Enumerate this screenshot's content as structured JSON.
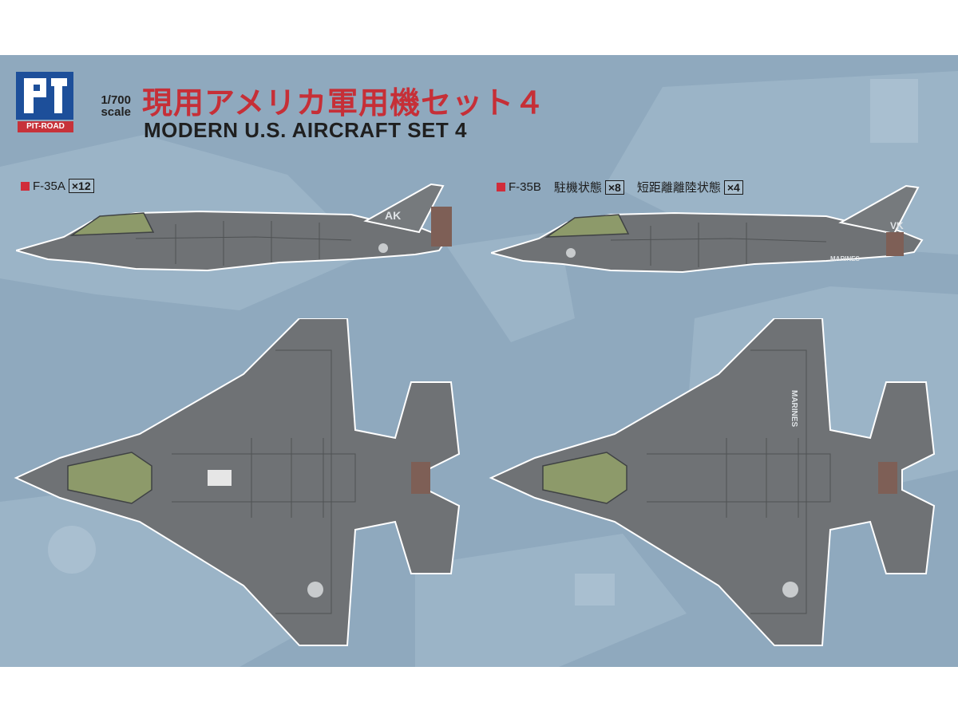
{
  "brand": {
    "logo_text": "PIT-ROAD",
    "colors": {
      "red": "#c62f37",
      "background": "#8fa9be",
      "aircraft_gray": "#6f7275",
      "canopy": "#8d9a6a"
    }
  },
  "scale": {
    "line1": "1/700",
    "line2": "scale"
  },
  "title": {
    "japanese": "現用アメリカ軍用機セット４",
    "english": "MODERN U.S. AIRCRAFT SET 4"
  },
  "variants": [
    {
      "name": "F-35A",
      "quantity": "×12"
    },
    {
      "name": "F-35B",
      "state1": "駐機状態",
      "quantity1": "×8",
      "state2": "短距離離陸状態",
      "quantity2": "×4"
    }
  ],
  "markings": {
    "f35a_tail": "AK",
    "f35b_tail": "VK",
    "marines": "MARINES"
  },
  "icons": [
    "pit-road-logo-icon",
    "f35a-side-view-icon",
    "f35b-side-view-icon",
    "f35a-top-view-icon",
    "f35b-top-view-icon"
  ]
}
